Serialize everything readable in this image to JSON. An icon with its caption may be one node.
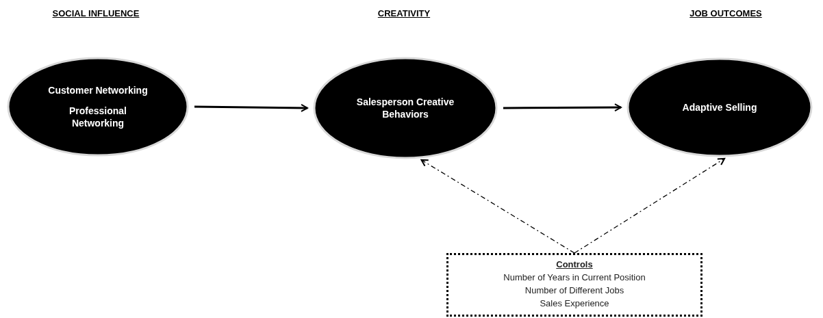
{
  "diagram": {
    "nodes": [
      {
        "text": [
          "Customer Networking",
          "Professional Networking"
        ]
      },
      {
        "text": [
          "Salesperson Creative Behaviors"
        ]
      },
      {
        "text": [
          "Adaptive Selling"
        ]
      },
      {
        "text": [
          "Controls",
          "Number of Years in Current Position",
          "Number of Different Jobs",
          "Sales Experience"
        ]
      }
    ],
    "edges": [
      {
        "from": 0,
        "to": 1,
        "arrow": "to"
      },
      {
        "from": 1,
        "to": 2,
        "arrow": "to"
      },
      {
        "from": 3,
        "to": 1,
        "arrow": "to",
        "style": "dashed"
      },
      {
        "from": 3,
        "to": 2,
        "arrow": "to",
        "style": "dashed"
      }
    ],
    "labels": [
      "SOCIAL INFLUENCE",
      "CREATIVITY",
      "JOB OUTCOMES"
    ]
  }
}
